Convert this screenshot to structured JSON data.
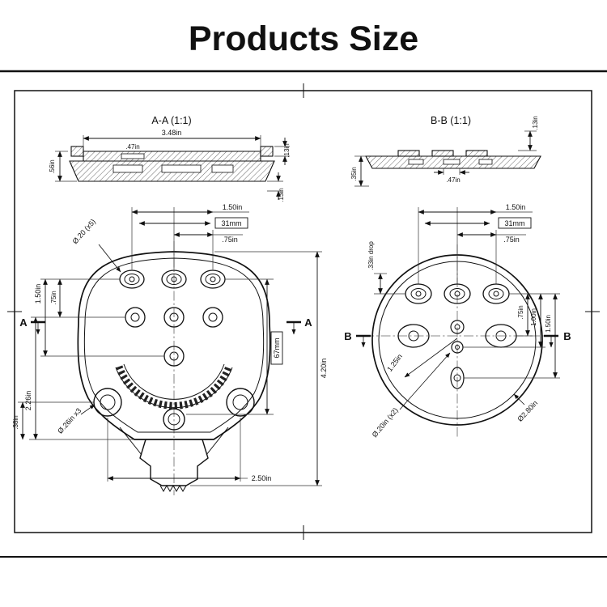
{
  "page": {
    "title": "Products Size"
  },
  "theme": {
    "ink": "#111111",
    "background": "#ffffff"
  },
  "drawing": {
    "section_aa": {
      "label": "A-A (1:1)",
      "dim_width": "3.48in",
      "dim_slot": ".47in",
      "dim_left_height": ".56in",
      "dim_right_top": ".13in",
      "dim_right_bottom": ".13in"
    },
    "section_bb": {
      "label": "B-B (1:1)",
      "dim_top": ".13in",
      "dim_slot": ".47in",
      "dim_left_height": ".35in"
    },
    "front_view": {
      "cut_label": "A",
      "dim_top_pitch": "1.50in",
      "dim_top_mm": "31mm",
      "dim_top_half": ".75in",
      "callout_top_holes": "Ø.20 (x5)",
      "dim_left_pitch": "1.50in",
      "dim_left_half": ".75in",
      "dim_left_body": "2.26in",
      "dim_left_ear": ".38in",
      "callout_ear_holes": "Ø.26in x3",
      "dim_mm_height": "67mm",
      "dim_total_height": "4.20in",
      "dim_bottom_pitch": "2.50in"
    },
    "back_view": {
      "cut_label": "B",
      "dim_top_pitch": "1.50in",
      "dim_top_mm": "31mm",
      "dim_top_half": ".75in",
      "dim_drop": ".33in drop",
      "dim_right_small": ".75in",
      "dim_right_mid": "1.00in",
      "dim_right_large": "1.50in",
      "dim_diag": "1.25in",
      "callout_holes": "Ø.20in (x2)",
      "dim_diameter": "Ø2.80in"
    }
  }
}
